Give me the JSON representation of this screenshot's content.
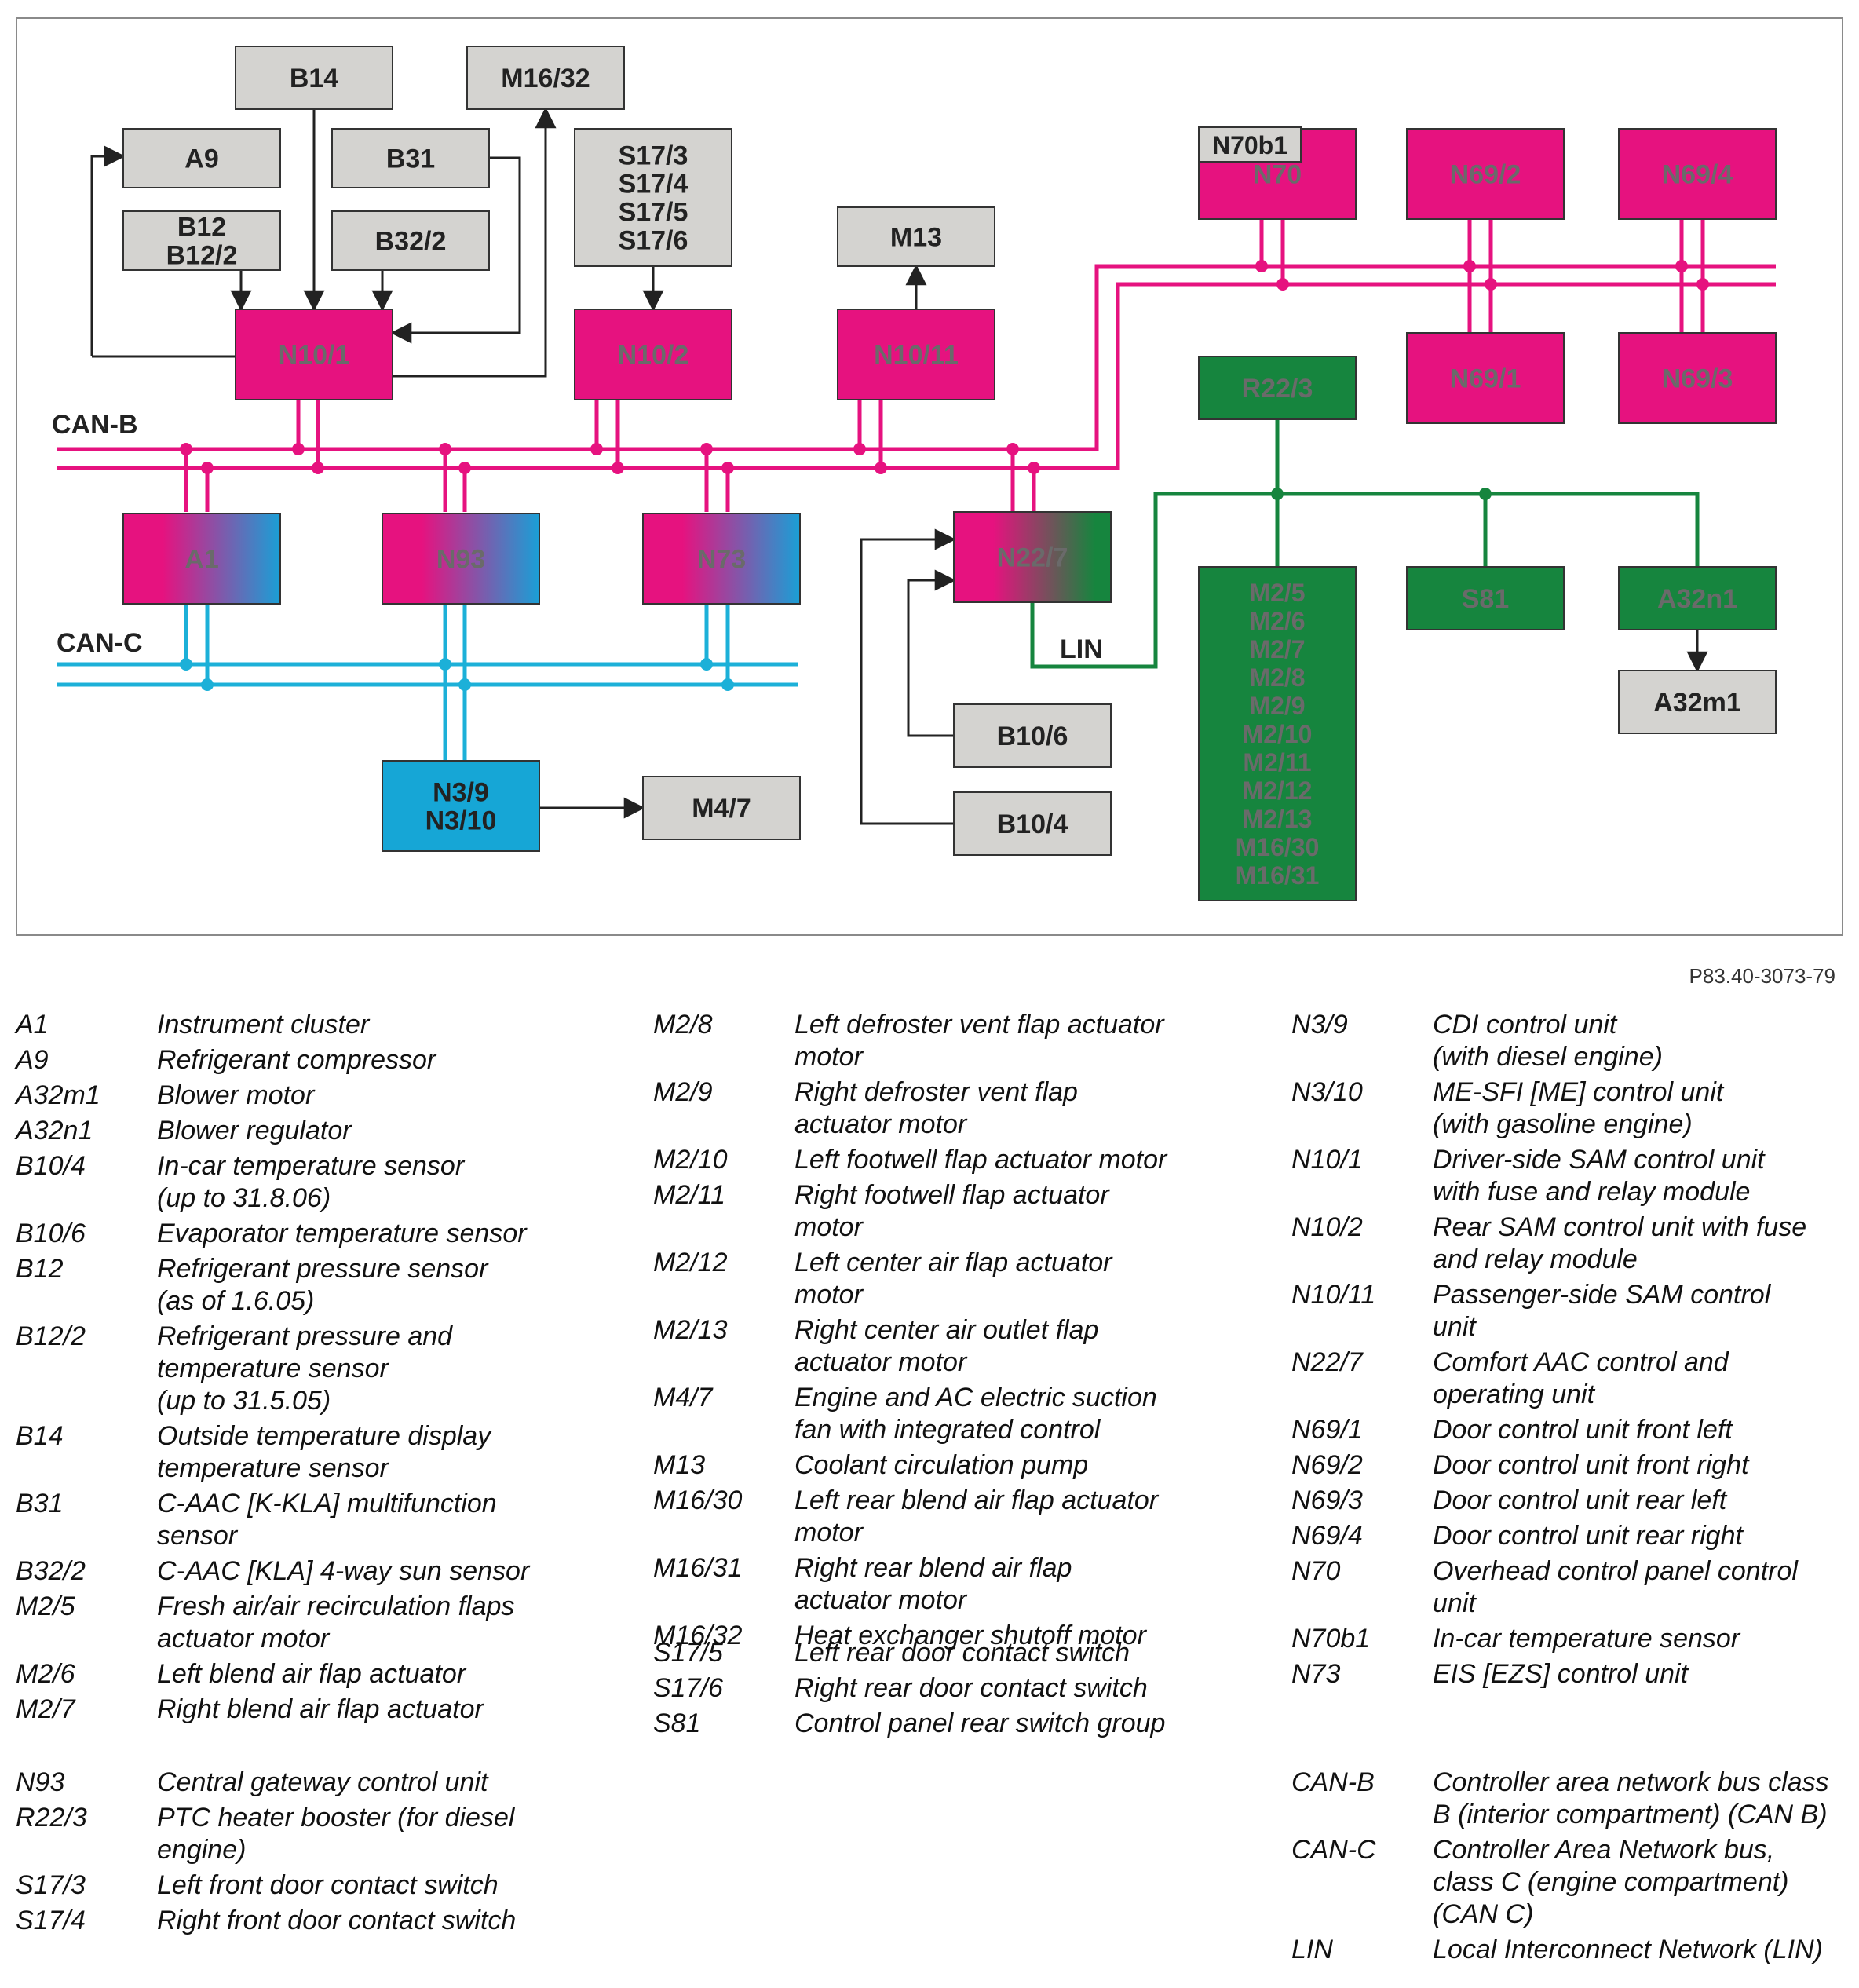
{
  "figure_id": "P83.40-3073-79",
  "colors": {
    "magenta": "#e6127f",
    "green": "#16853e",
    "cyan": "#16a6d6",
    "gray_box": "#d4d3d0",
    "can_b_line": "#e6127f",
    "can_c_line": "#1cb0d8",
    "lin_line": "#16853e"
  },
  "diagram": {
    "bus_labels": {
      "can_b": "CAN-B",
      "can_c": "CAN-C",
      "lin": "LIN"
    },
    "nodes": [
      {
        "id": "B14",
        "lines": [
          "B14"
        ],
        "fill": "gray"
      },
      {
        "id": "M16_32",
        "lines": [
          "M16/32"
        ],
        "fill": "gray"
      },
      {
        "id": "A9",
        "lines": [
          "A9"
        ],
        "fill": "gray"
      },
      {
        "id": "B31",
        "lines": [
          "B31"
        ],
        "fill": "gray"
      },
      {
        "id": "B12",
        "lines": [
          "B12",
          "B12/2"
        ],
        "fill": "gray"
      },
      {
        "id": "B32_2",
        "lines": [
          "B32/2"
        ],
        "fill": "gray"
      },
      {
        "id": "S17",
        "lines": [
          "S17/3",
          "S17/4",
          "S17/5",
          "S17/6"
        ],
        "fill": "gray"
      },
      {
        "id": "M13",
        "lines": [
          "M13"
        ],
        "fill": "gray"
      },
      {
        "id": "N10_1",
        "lines": [
          "N10/1"
        ],
        "fill": "magenta"
      },
      {
        "id": "N10_2",
        "lines": [
          "N10/2"
        ],
        "fill": "magenta"
      },
      {
        "id": "N10_11",
        "lines": [
          "N10/11"
        ],
        "fill": "magenta"
      },
      {
        "id": "N70",
        "lines": [
          "N70"
        ],
        "fill": "magenta",
        "tag": "N70b1"
      },
      {
        "id": "N69_2",
        "lines": [
          "N69/2"
        ],
        "fill": "magenta"
      },
      {
        "id": "N69_4",
        "lines": [
          "N69/4"
        ],
        "fill": "magenta"
      },
      {
        "id": "N69_1",
        "lines": [
          "N69/1"
        ],
        "fill": "magenta"
      },
      {
        "id": "N69_3",
        "lines": [
          "N69/3"
        ],
        "fill": "magenta"
      },
      {
        "id": "R22_3",
        "lines": [
          "R22/3"
        ],
        "fill": "green"
      },
      {
        "id": "A1",
        "lines": [
          "A1"
        ],
        "fill": "magenta-cyan"
      },
      {
        "id": "N93",
        "lines": [
          "N93"
        ],
        "fill": "magenta-cyan"
      },
      {
        "id": "N73",
        "lines": [
          "N73"
        ],
        "fill": "magenta-cyan"
      },
      {
        "id": "N22_7",
        "lines": [
          "N22/7"
        ],
        "fill": "magenta-green"
      },
      {
        "id": "M2",
        "lines": [
          "M2/5",
          "M2/6",
          "M2/7",
          "M2/8",
          "M2/9",
          "M2/10",
          "M2/11",
          "M2/12",
          "M2/13",
          "M16/30",
          "M16/31"
        ],
        "fill": "green"
      },
      {
        "id": "S81",
        "lines": [
          "S81"
        ],
        "fill": "green"
      },
      {
        "id": "A32n1",
        "lines": [
          "A32n1"
        ],
        "fill": "green"
      },
      {
        "id": "A32m1",
        "lines": [
          "A32m1"
        ],
        "fill": "gray"
      },
      {
        "id": "N3_9",
        "lines": [
          "N3/9",
          "N3/10"
        ],
        "fill": "cyan"
      },
      {
        "id": "M4_7",
        "lines": [
          "M4/7"
        ],
        "fill": "gray"
      },
      {
        "id": "B10_6",
        "lines": [
          "B10/6"
        ],
        "fill": "gray"
      },
      {
        "id": "B10_4",
        "lines": [
          "B10/4"
        ],
        "fill": "gray"
      }
    ]
  },
  "legend": {
    "col1": [
      {
        "code": "A1",
        "desc": [
          "Instrument cluster"
        ]
      },
      {
        "code": "A9",
        "desc": [
          "Refrigerant compressor"
        ]
      },
      {
        "code": "A32m1",
        "desc": [
          "Blower motor"
        ]
      },
      {
        "code": "A32n1",
        "desc": [
          "Blower regulator"
        ]
      },
      {
        "code": "B10/4",
        "desc": [
          "In-car temperature sensor",
          "(up to 31.8.06)"
        ]
      },
      {
        "code": "B10/6",
        "desc": [
          "Evaporator temperature sensor"
        ]
      },
      {
        "code": "B12",
        "desc": [
          "Refrigerant pressure sensor",
          "(as of 1.6.05)"
        ]
      },
      {
        "code": "B12/2",
        "desc": [
          "Refrigerant pressure and",
          "temperature sensor",
          "(up to 31.5.05)"
        ]
      },
      {
        "code": "B14",
        "desc": [
          "Outside temperature display",
          "temperature sensor"
        ]
      },
      {
        "code": "B31",
        "desc": [
          "C-AAC [K-KLA] multifunction",
          "sensor"
        ]
      },
      {
        "code": "B32/2",
        "desc": [
          "C-AAC [KLA] 4-way sun sensor"
        ]
      },
      {
        "code": "M2/5",
        "desc": [
          "Fresh air/air recirculation flaps",
          "actuator motor"
        ]
      },
      {
        "code": "M2/6",
        "desc": [
          "Left blend air flap actuator"
        ]
      },
      {
        "code": "M2/7",
        "desc": [
          "Right blend air flap actuator"
        ]
      },
      {
        "code": "N93",
        "desc": [
          "Central gateway control unit"
        ]
      },
      {
        "code": "R22/3",
        "desc": [
          "PTC heater booster (for diesel",
          "engine)"
        ]
      },
      {
        "code": "S17/3",
        "desc": [
          "Left front door contact switch"
        ]
      },
      {
        "code": "S17/4",
        "desc": [
          "Right front door contact switch"
        ]
      }
    ],
    "col2": [
      {
        "code": "M2/8",
        "desc": [
          "Left defroster vent flap actuator",
          "motor"
        ]
      },
      {
        "code": "M2/9",
        "desc": [
          "Right defroster vent flap",
          "actuator motor"
        ]
      },
      {
        "code": "M2/10",
        "desc": [
          "Left footwell flap actuator motor"
        ]
      },
      {
        "code": "M2/11",
        "desc": [
          "Right footwell flap actuator",
          "motor"
        ]
      },
      {
        "code": "M2/12",
        "desc": [
          "Left center air flap actuator",
          "motor"
        ]
      },
      {
        "code": "M2/13",
        "desc": [
          "Right center air outlet flap",
          "actuator motor"
        ]
      },
      {
        "code": "M4/7",
        "desc": [
          "Engine and AC electric suction",
          "fan with integrated control"
        ]
      },
      {
        "code": "M13",
        "desc": [
          "Coolant circulation pump"
        ]
      },
      {
        "code": "M16/30",
        "desc": [
          "Left rear blend air flap actuator",
          "motor"
        ]
      },
      {
        "code": "M16/31",
        "desc": [
          "Right rear blend air flap",
          "actuator motor"
        ]
      },
      {
        "code": "M16/32",
        "desc": [
          "Heat exchanger shutoff motor"
        ]
      },
      {
        "code": "S17/5",
        "desc": [
          "Left rear door contact switch"
        ]
      },
      {
        "code": "S17/6",
        "desc": [
          "Right rear door contact switch"
        ]
      },
      {
        "code": "S81",
        "desc": [
          "Control panel rear switch group"
        ]
      }
    ],
    "col3": [
      {
        "code": "N3/9",
        "desc": [
          "CDI control unit",
          "(with diesel engine)"
        ]
      },
      {
        "code": "N3/10",
        "desc": [
          "ME-SFI [ME] control unit",
          "(with gasoline engine)"
        ]
      },
      {
        "code": "N10/1",
        "desc": [
          "Driver-side SAM control unit",
          "with fuse and relay module"
        ]
      },
      {
        "code": "N10/2",
        "desc": [
          "Rear SAM control unit with fuse",
          "and relay module"
        ]
      },
      {
        "code": "N10/11",
        "desc": [
          "Passenger-side SAM control",
          "unit"
        ]
      },
      {
        "code": "N22/7",
        "desc": [
          "Comfort AAC control and",
          "operating unit"
        ]
      },
      {
        "code": "N69/1",
        "desc": [
          "Door control unit front left"
        ]
      },
      {
        "code": "N69/2",
        "desc": [
          "Door control unit front right"
        ]
      },
      {
        "code": "N69/3",
        "desc": [
          "Door control unit rear left"
        ]
      },
      {
        "code": "N69/4",
        "desc": [
          "Door control unit rear right"
        ]
      },
      {
        "code": "N70",
        "desc": [
          "Overhead control panel control",
          "unit"
        ]
      },
      {
        "code": "N70b1",
        "desc": [
          "In-car temperature sensor"
        ]
      },
      {
        "code": "N73",
        "desc": [
          "EIS [EZS] control unit"
        ]
      },
      {
        "code": "CAN-B",
        "desc": [
          "Controller area network bus class",
          "B (interior compartment) (CAN B)"
        ]
      },
      {
        "code": "CAN-C",
        "desc": [
          "Controller Area Network bus,",
          "class C (engine compartment)",
          "(CAN C)"
        ]
      },
      {
        "code": "LIN",
        "desc": [
          "Local Interconnect Network (LIN)"
        ]
      }
    ]
  }
}
